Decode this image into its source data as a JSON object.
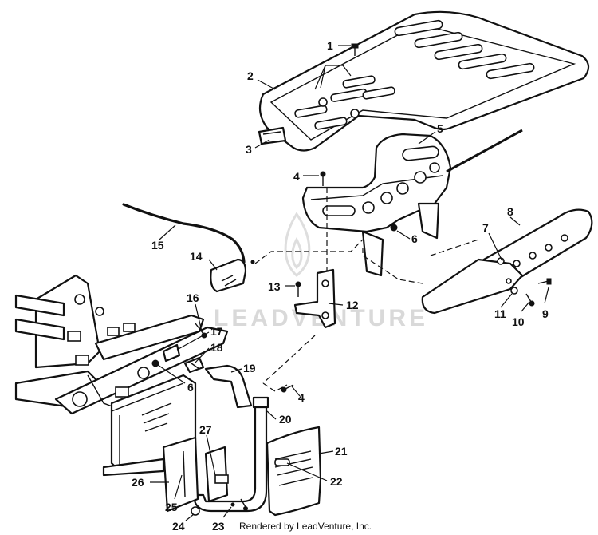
{
  "callouts": {
    "c1": "1",
    "c2": "2",
    "c3": "3",
    "c4a": "4",
    "c4b": "4",
    "c5": "5",
    "c6a": "6",
    "c6b": "6",
    "c7": "7",
    "c8": "8",
    "c9": "9",
    "c10": "10",
    "c11": "11",
    "c12": "12",
    "c13": "13",
    "c14": "14",
    "c15": "15",
    "c16": "16",
    "c17": "17",
    "c18": "18",
    "c19": "19",
    "c20": "20",
    "c21": "21",
    "c22": "22",
    "c23": "23",
    "c24": "24",
    "c25": "25",
    "c26": "26",
    "c27": "27"
  },
  "watermark": {
    "text": "LEADVENTURE"
  },
  "footer": {
    "credit": "Rendered by LeadVenture, Inc."
  }
}
